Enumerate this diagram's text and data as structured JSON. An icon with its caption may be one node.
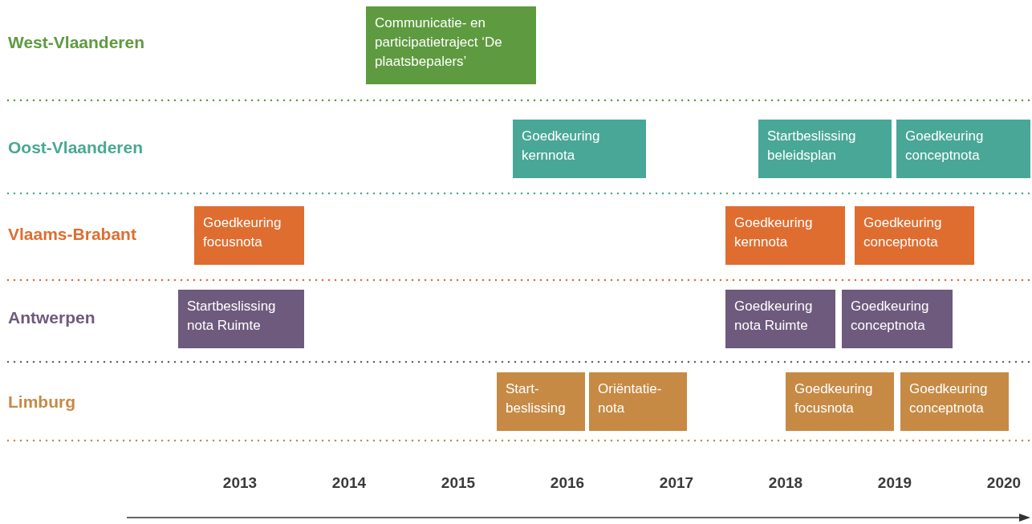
{
  "diagram": {
    "nodes": [
      {
        "text": [
          "Communicatie- en participatietraject ‘De plaatsbepalers’"
        ]
      },
      {
        "text": [
          "Goedkeuring kernnota"
        ]
      },
      {
        "text": [
          "Startbeslissing beleidsplan"
        ]
      },
      {
        "text": [
          "Goedkeuring conceptnota"
        ]
      },
      {
        "text": [
          "Goedkeuring focusnota"
        ]
      },
      {
        "text": [
          "Goedkeuring kernnota"
        ]
      },
      {
        "text": [
          "Goedkeuring conceptnota"
        ]
      },
      {
        "text": [
          "Startbeslissing nota Ruimte"
        ]
      },
      {
        "text": [
          "Goedkeuring nota Ruimte"
        ]
      },
      {
        "text": [
          "Goedkeuring conceptnota"
        ]
      },
      {
        "text": [
          "Start- beslissing"
        ]
      },
      {
        "text": [
          "Oriëntatie- nota"
        ]
      },
      {
        "text": [
          "Goedkeuring focusnota"
        ]
      },
      {
        "text": [
          "Goedkeuring conceptnota"
        ]
      }
    ],
    "edges": [],
    "labels": [
      "West-Vlaanderen",
      "Oost-Vlaanderen",
      "Vlaams-Brabant",
      "Antwerpen",
      "Limburg",
      "2013",
      "2014",
      "2015",
      "2016",
      "2017",
      "2018",
      "2019",
      "2020"
    ]
  }
}
